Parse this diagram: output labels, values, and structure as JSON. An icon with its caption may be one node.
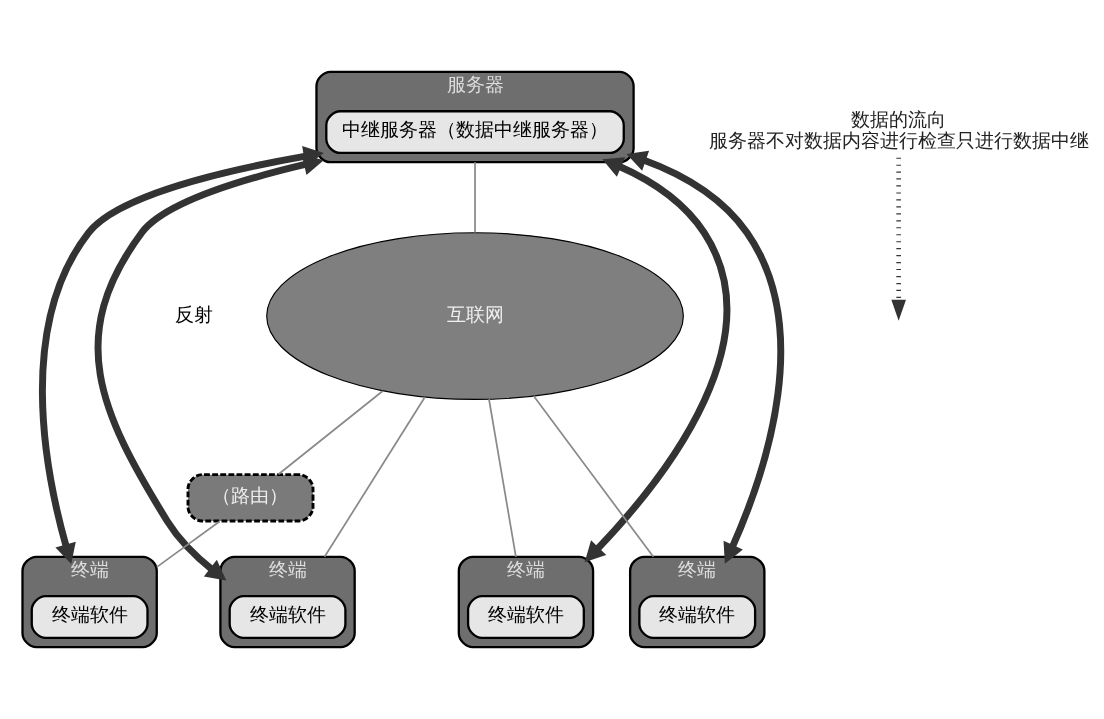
{
  "diagram": {
    "nodes": [
      {
        "text": [
          "服务器"
        ]
      },
      {
        "text": [
          "中继服务器（数据中继服务器）"
        ],
        "in": 0
      },
      {
        "text": [
          "数据的流向",
          "服务器不对数据内容进行检查只进行数据中继"
        ]
      },
      {
        "text": [
          "互联网"
        ]
      },
      {
        "text": [
          "（路由）"
        ]
      },
      {
        "text": [
          "终端"
        ]
      },
      {
        "text": [
          "终端软件"
        ],
        "in": 5
      },
      {
        "text": [
          "终端"
        ]
      },
      {
        "text": [
          "终端软件"
        ],
        "in": 7
      },
      {
        "text": [
          "终端"
        ]
      },
      {
        "text": [
          "终端软件"
        ],
        "in": 9
      },
      {
        "text": [
          "终端"
        ]
      },
      {
        "text": [
          "终端软件"
        ],
        "in": 11
      }
    ],
    "edges": [
      {
        "from": 0,
        "to": 3,
        "arrow": "none"
      },
      {
        "from": 3,
        "to": 5,
        "arrow": "none"
      },
      {
        "from": 3,
        "to": 7,
        "arrow": "none"
      },
      {
        "from": 3,
        "to": 9,
        "arrow": "none"
      },
      {
        "from": 3,
        "to": 4,
        "arrow": "none"
      },
      {
        "from": 4,
        "to": 11,
        "arrow": "none"
      },
      {
        "from": 0,
        "to": 5,
        "arrow": "both",
        "style": "thick",
        "color": "#333333"
      },
      {
        "from": 0,
        "to": 7,
        "arrow": "both",
        "style": "thick",
        "color": "#333333"
      },
      {
        "from": 0,
        "to": 9,
        "arrow": "both",
        "style": "thick",
        "color": "#333333"
      },
      {
        "from": 0,
        "to": 11,
        "arrow": "both",
        "style": "thick",
        "color": "#333333"
      },
      {
        "from": 2,
        "to": null,
        "arrow": "to",
        "style": "dashed",
        "color": "#333333"
      }
    ],
    "labels": [
      "反射"
    ]
  }
}
